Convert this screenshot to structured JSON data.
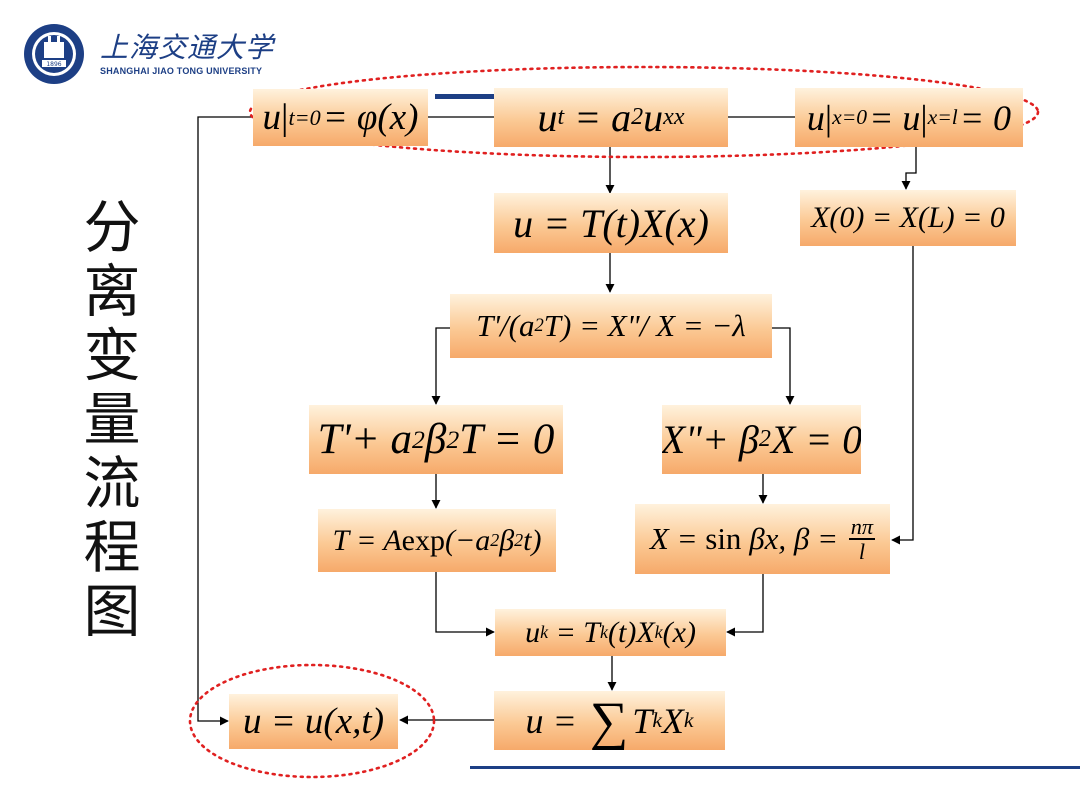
{
  "header": {
    "university_cn": "上海交通大学",
    "university_en": "SHANGHAI JIAO TONG UNIVERSITY",
    "emblem_year": "1896"
  },
  "title_chars": [
    "分",
    "离",
    "变",
    "量",
    "流",
    "程",
    "图"
  ],
  "colors": {
    "box_light": "#fff2dd",
    "box_dark": "#f6a96a",
    "highlight_ellipse": "#e02020",
    "header_bar": "#1d3f85",
    "arrow": "#000000"
  },
  "formulas": {
    "initial": {
      "lhs": "u",
      "sub": "t=0",
      "rhs": "= φ(x)"
    },
    "equation": {
      "lhs": "u",
      "lhs_sub": "t",
      "eq": " = a",
      "sup": "2",
      "rhs": "u",
      "rhs_sub": "xx"
    },
    "boundary": {
      "a": "u",
      "a_sub": "x=0",
      "mid": "= u",
      "b_sub": "x=l",
      "end": "= 0"
    },
    "separation": "u = T(t)X(x)",
    "boundary_x": "X(0) = X(L) = 0",
    "lambda": {
      "a": "T'/(a",
      "sup": "2",
      "b": "T) = X\"/ X = −λ"
    },
    "ode_t": {
      "a": "T'+ a",
      "sup1": "2",
      "b": "β",
      "sup2": "2",
      "c": "T = 0"
    },
    "ode_x": {
      "a": "X\"+ β",
      "sup": "2",
      "b": "X = 0"
    },
    "sol_t": {
      "a": "T = A",
      "exp": "exp",
      "b": "(−a",
      "sup1": "2",
      "c": "β",
      "sup2": "2",
      "d": "t)"
    },
    "sol_x": {
      "a": "X = ",
      "sin": "sin",
      "b": " βx, β = ",
      "num": "nπ",
      "den": "l"
    },
    "product": {
      "a": "u",
      "a_sub": "k",
      "b": " = T",
      "b_sub": "k",
      "c": "(t)X",
      "c_sub": "k",
      "d": "(x)"
    },
    "series": {
      "a": "u = ",
      "sum": "∑",
      "b": "T",
      "b_sub": "k",
      "c": "X",
      "c_sub": "k"
    },
    "final": "u = u(x,t)"
  }
}
